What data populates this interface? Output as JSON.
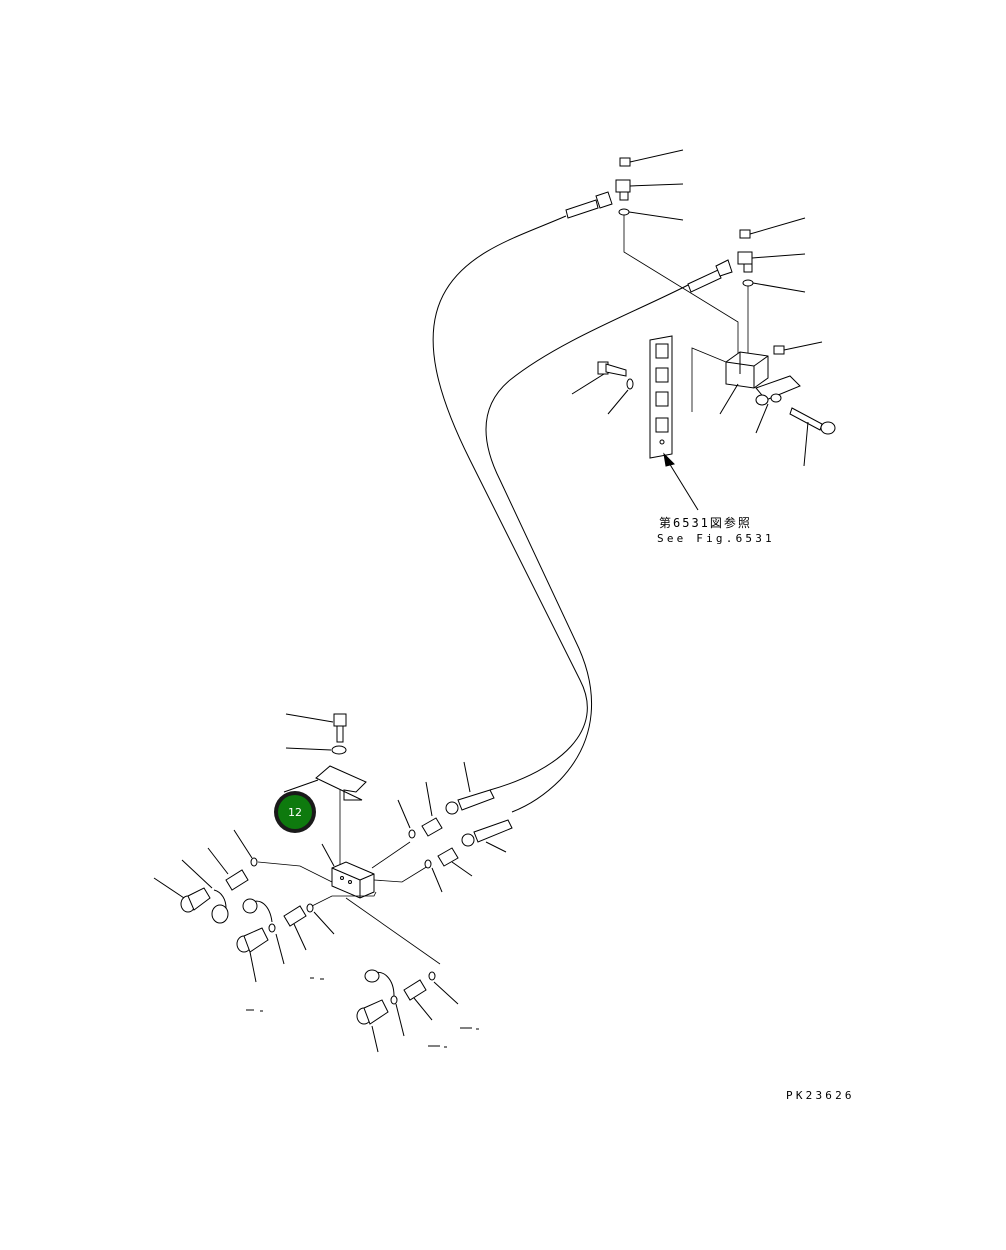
{
  "reference": {
    "jp": "第6531図参照",
    "en": "See Fig.6531"
  },
  "drawing_id": "PK23626",
  "callout": {
    "number": "12",
    "color": "#0e7a0e"
  },
  "colors": {
    "line": "#000000",
    "background": "#ffffff"
  }
}
